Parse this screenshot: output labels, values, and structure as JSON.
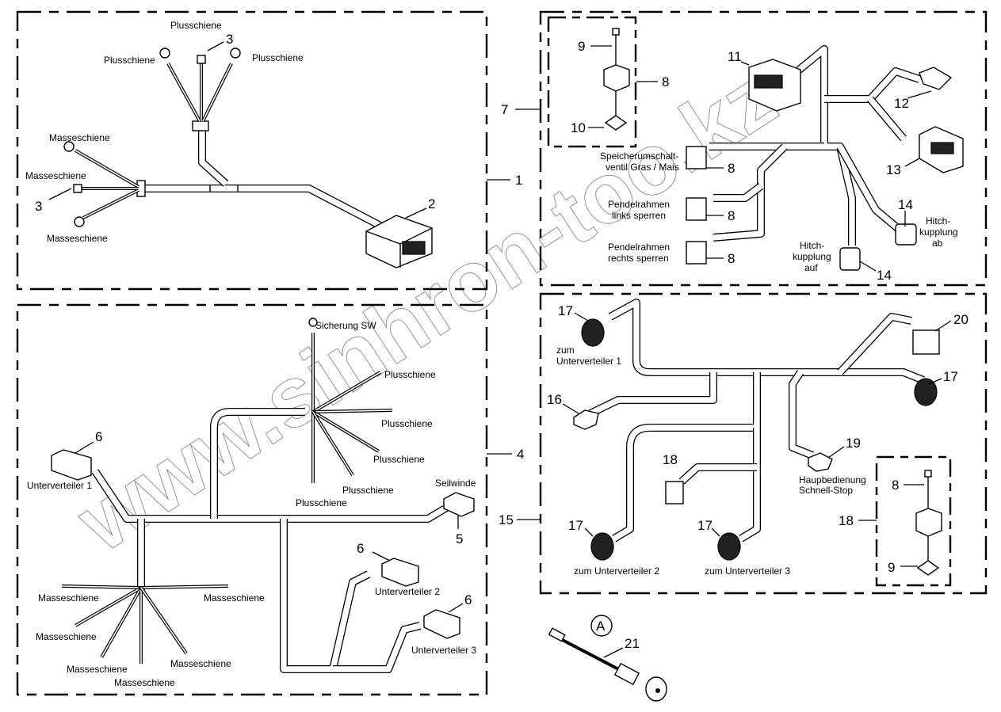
{
  "diagram": {
    "title": "Kabelbaum (wiring harness) parts diagram",
    "watermark": "www.sinhron-too.kz",
    "groups": [
      {
        "id": "1",
        "callout": "1",
        "labels": {
          "plus_top": "Plusschiene",
          "plus_left": "Plusschiene",
          "plus_right": "Plusschiene",
          "masse_top": "Masseschiene",
          "masse_mid": "Masseschiene",
          "masse_bottom": "Masseschiene"
        },
        "callouts": {
          "part3_top": "3",
          "part3_left": "3",
          "part2": "2"
        }
      },
      {
        "id": "7",
        "callout": "7",
        "labels": {
          "speicher": "Speicherumschalt-\nventil Gras / Mais",
          "speicher_l1": "Speicherumschalt-",
          "speicher_l2": "ventil Gras / Mais",
          "pendel_links_l1": "Pendelrahmen",
          "pendel_links_l2": "links sperren",
          "pendel_rechts_l1": "Pendelrahmen",
          "pendel_rechts_l2": "rechts sperren",
          "hitch_auf_l1": "Hitch-",
          "hitch_auf_l2": "kupplung",
          "hitch_auf_l3": "auf",
          "hitch_ab_l1": "Hitch-",
          "hitch_ab_l2": "kupplung",
          "hitch_ab_l3": "ab"
        },
        "callouts": {
          "bolt": "9",
          "valve_group": "8",
          "seal": "10",
          "c11": "11",
          "c12": "12",
          "c13": "13",
          "v1": "8",
          "v2": "8",
          "v3": "8",
          "c14a": "14",
          "c14b": "14"
        }
      },
      {
        "id": "4",
        "callout": "4",
        "labels": {
          "sicherung": "Sicherung SW",
          "plus1": "Plusschiene",
          "plus2": "Plusschiene",
          "plus3": "Plusschiene",
          "plus4": "Plusschiene",
          "plus5": "Plusschiene",
          "seilwinde": "Seilwinde",
          "uv1": "Unterverteiler 1",
          "uv2": "Unterverteiler 2",
          "uv3": "Unterverteiler 3",
          "m1": "Masseschiene",
          "m2": "Masseschiene",
          "m3": "Masseschiene",
          "m4": "Masseschiene",
          "m5": "Masseschiene",
          "m6": "Masseschiene"
        },
        "callouts": {
          "c6a": "6",
          "c6b": "6",
          "c6c": "6",
          "c5": "5"
        }
      },
      {
        "id": "15",
        "callout": "15",
        "labels": {
          "zum_uv1_l1": "zum",
          "zum_uv1_l2": "Unterverteiler 1",
          "zum_uv2": "zum Unterverteiler 2",
          "zum_uv3": "zum Unterverteiler 3",
          "haupt_l1": "Haupbedienung",
          "haupt_l2": "Schnell-Stop"
        },
        "callouts": {
          "c17a": "17",
          "c17b": "17",
          "c17c": "17",
          "c17d": "17",
          "c16": "16",
          "c18": "18",
          "c19": "19",
          "c20": "20",
          "sub18": "18",
          "sub_bolt": "8",
          "sub_seal": "9"
        }
      },
      {
        "id": "A",
        "callout": "A",
        "callouts": {
          "c21": "21"
        }
      }
    ]
  }
}
